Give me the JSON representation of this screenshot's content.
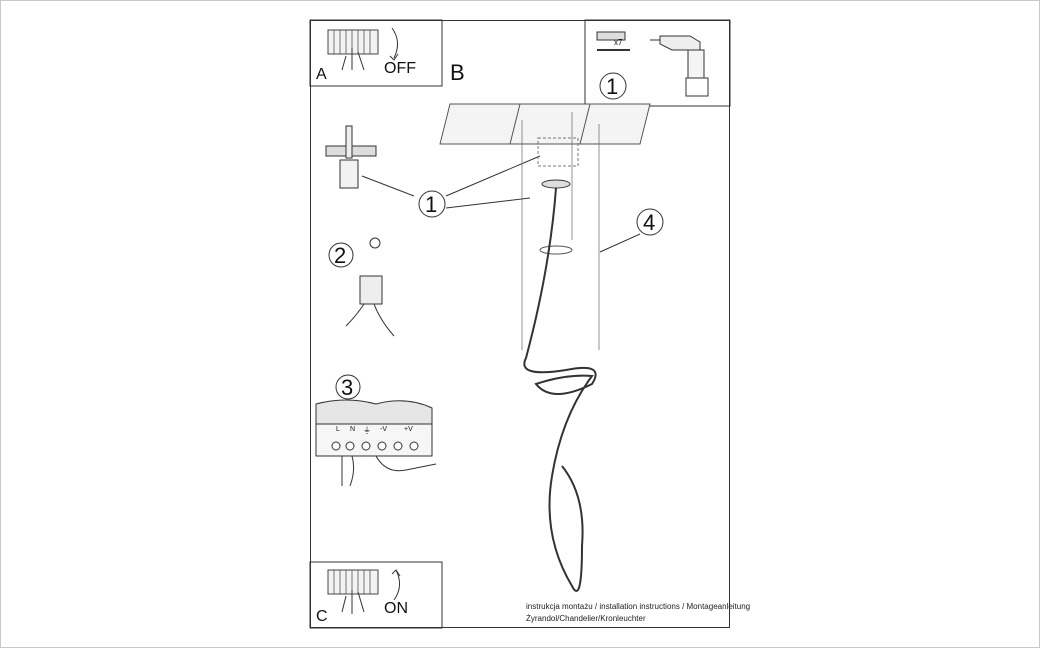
{
  "panel_a": {
    "letter": "A",
    "label": "OFF"
  },
  "panel_b": {
    "letter": "B"
  },
  "panel_c": {
    "letter": "C",
    "label": "ON"
  },
  "steps": {
    "step1": "1",
    "step1_box": "1",
    "step2": "2",
    "step3": "3",
    "step4": "4"
  },
  "box1": {
    "count": "x7"
  },
  "terminal_labels": [
    "L",
    "N",
    "⏚",
    "-V",
    "+V"
  ],
  "footer": {
    "line1": "instrukcja montażu / installation instructions / Montageanleitung",
    "line2": "Żyrandol/Chandelier/Kronleuchter"
  }
}
